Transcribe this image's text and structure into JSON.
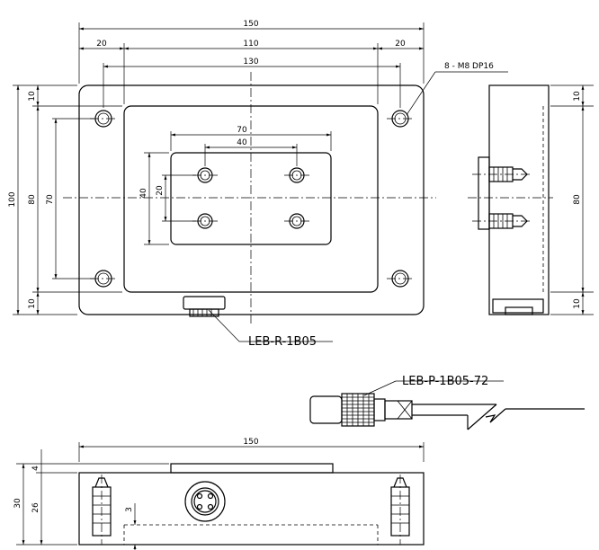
{
  "dims": {
    "overall_width": "150",
    "edge_left": "20",
    "center_span": "110",
    "edge_right": "20",
    "hole_pitch_x": "130",
    "table_width": "70",
    "table_hole_pitch": "40",
    "table_height": "40",
    "table_hole_pitch_y": "20",
    "overall_height": "100",
    "inner_height": "80",
    "hole_pitch_y": "70",
    "edge_top": "10",
    "edge_bottom": "10",
    "side_top": "10",
    "side_mid": "80",
    "side_bottom": "10",
    "front_width": "150",
    "front_height": "30",
    "front_body": "26",
    "front_top": "4",
    "front_gap": "3"
  },
  "callouts": {
    "holes": "8 - M8 DP16",
    "receptacle": "LEB-R-1B05",
    "plug": "LEB-P-1B05-72"
  }
}
